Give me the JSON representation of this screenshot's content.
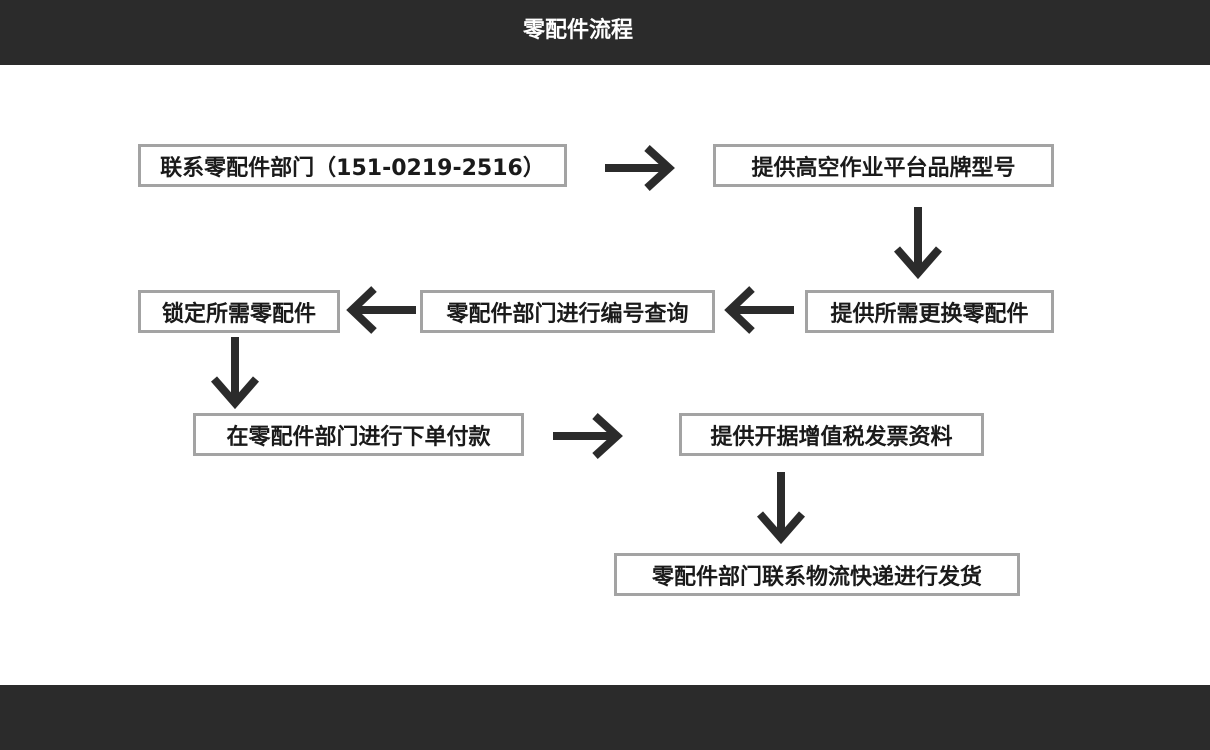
{
  "header": {
    "title": "零配件流程"
  },
  "colors": {
    "bar": "#2b2b2b",
    "box_border": "#a3a3a3",
    "arrow": "#2b2b2b",
    "text": "#1a1a1a"
  },
  "steps": [
    {
      "label": "联系零配件部门（151-0219-2516）"
    },
    {
      "label": "提供高空作业平台品牌型号"
    },
    {
      "label": "提供所需更换零配件"
    },
    {
      "label": "零配件部门进行编号查询"
    },
    {
      "label": "锁定所需零配件"
    },
    {
      "label": "在零配件部门进行下单付款"
    },
    {
      "label": "提供开据增值税发票资料"
    },
    {
      "label": "零配件部门联系物流快递进行发货"
    }
  ]
}
